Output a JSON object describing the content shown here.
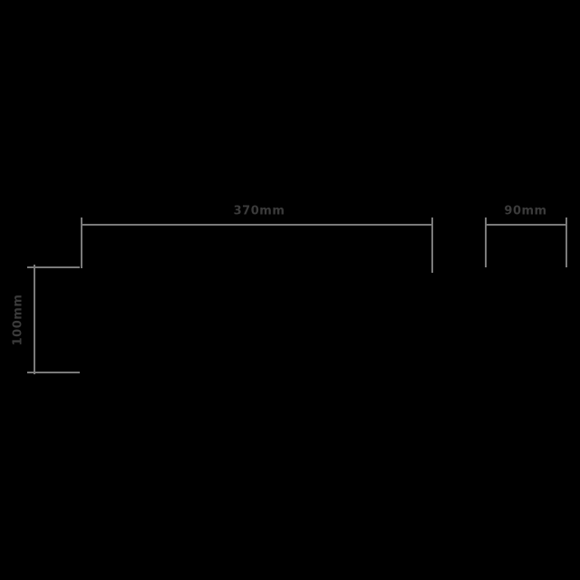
{
  "canvas": {
    "background_color": "#000000",
    "line_color": "#7a7a7a",
    "label_color": "#3b3b3b"
  },
  "dimensions": {
    "top_width": {
      "label": "370mm"
    },
    "right_width": {
      "label": "90mm"
    },
    "left_height": {
      "label": "100mm"
    }
  }
}
